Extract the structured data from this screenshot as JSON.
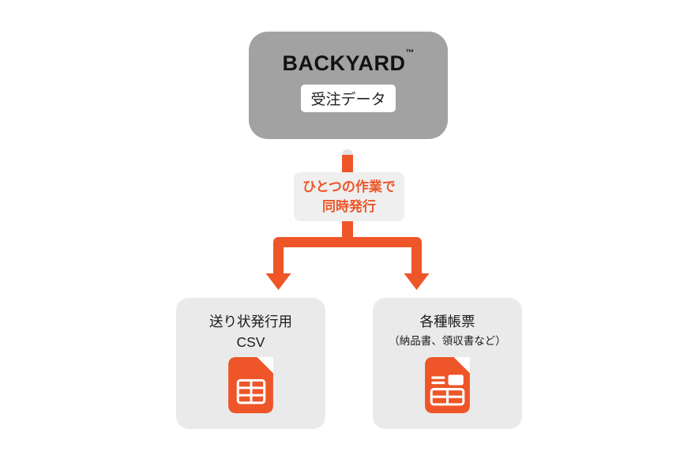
{
  "source": {
    "brand": "BACKYARD",
    "trademark": "™",
    "data_label": "受注データ"
  },
  "process": {
    "line1": "ひとつの作業で",
    "line2": "同時発行"
  },
  "outputs": [
    {
      "line1": "送り状発行用",
      "line2": "CSV",
      "icon": "csv-spreadsheet-file-icon"
    },
    {
      "line1": "各種帳票",
      "line2": "（納品書、領収書など）",
      "icon": "forms-document-file-icon"
    }
  ],
  "colors": {
    "accent_orange": "#EE5528",
    "source_box_gray": "#A2A2A2",
    "output_box_gray": "#EAEAEA",
    "process_box_gray": "#EFEFEF",
    "connector_cap_gray": "#E4E4E4",
    "text_dark": "#1B1B1B",
    "badge_white": "#FFFFFF"
  }
}
